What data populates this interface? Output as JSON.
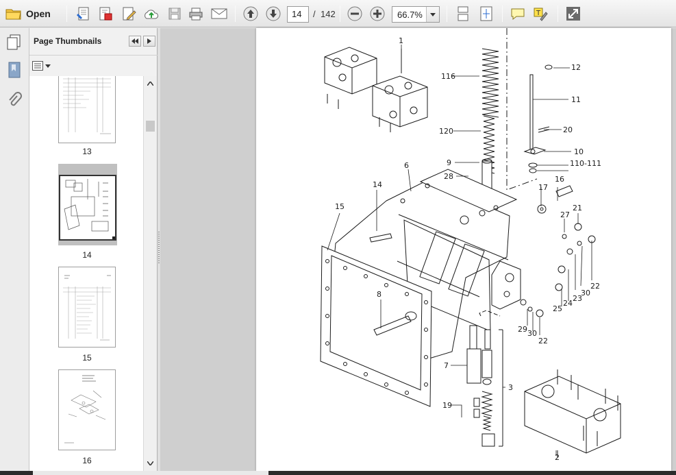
{
  "toolbar": {
    "open_label": "Open",
    "current_page": "14",
    "page_separator": "/",
    "total_pages": "142",
    "zoom": "66.7%"
  },
  "panel": {
    "title": "Page Thumbnails"
  },
  "thumbnails": [
    {
      "label": "13"
    },
    {
      "label": "14"
    },
    {
      "label": "15"
    },
    {
      "label": "16"
    }
  ],
  "diagram": {
    "callouts": [
      "1",
      "116",
      "12",
      "11",
      "20",
      "120",
      "10",
      "110-111",
      "9",
      "28",
      "14",
      "6",
      "16",
      "17",
      "15",
      "21",
      "27",
      "22",
      "30",
      "23",
      "24",
      "25",
      "8",
      "29",
      "30",
      "22",
      "7",
      "3",
      "19",
      "2"
    ]
  },
  "colors": {
    "toolbar_bg": "#eeeeee",
    "doc_bg": "#cfcfcf",
    "selection": "#c0c0c0"
  }
}
